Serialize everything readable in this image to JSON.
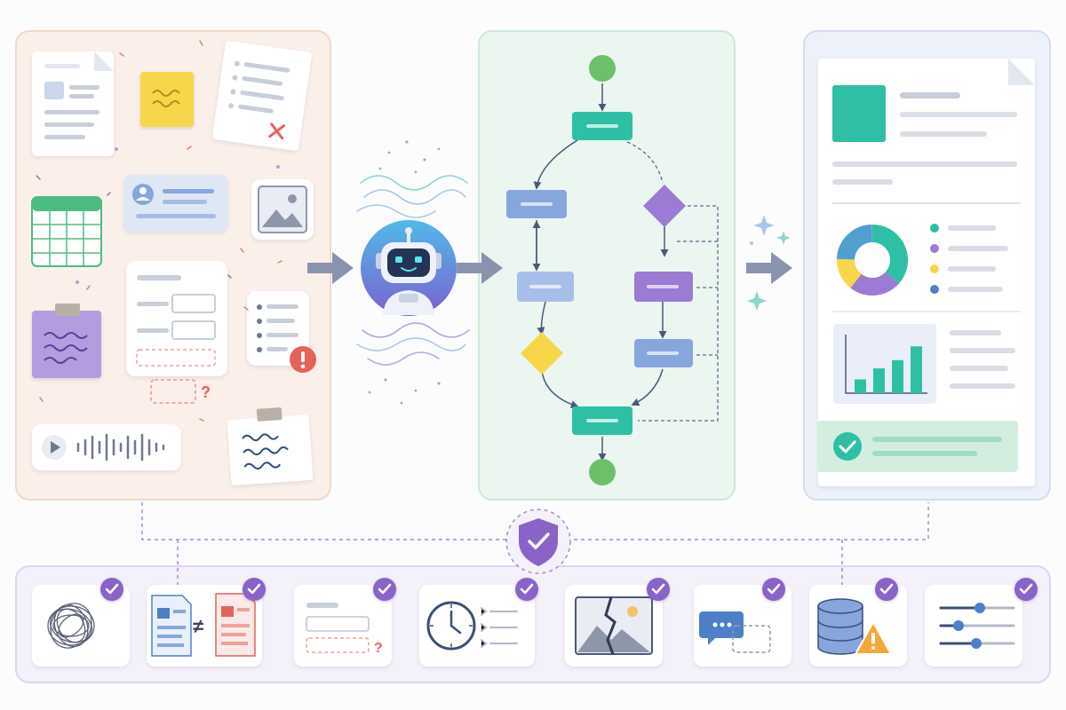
{
  "colors": {
    "input_panel": "#fbefe9",
    "process_panel": "#eaf6ef",
    "output_panel": "#edf2fa",
    "challenge_bar": "#f4f1fa",
    "teal": "#2fbfa5",
    "purple": "#9b7bd3",
    "blue": "#86a6dc",
    "yellow": "#f7d64a",
    "green": "#6cc06a",
    "red": "#e5625a",
    "arrow": "#7a86a8"
  },
  "icons": {
    "assistant": "robot-icon",
    "safeguard": "shield-check-icon",
    "challenges": [
      "tangled-scribble-icon",
      "mismatched-documents-icon",
      "incomplete-form-icon",
      "clock-timeline-icon",
      "broken-image-icon",
      "chat-bubble-icon",
      "database-warning-icon",
      "sliders-icon"
    ]
  },
  "output_legend_colors": [
    "#2fbfa5",
    "#9b7bd3",
    "#f7d64a",
    "#4f7fc9"
  ],
  "output_bar_levels": [
    0.25,
    0.45,
    0.6,
    0.85
  ]
}
